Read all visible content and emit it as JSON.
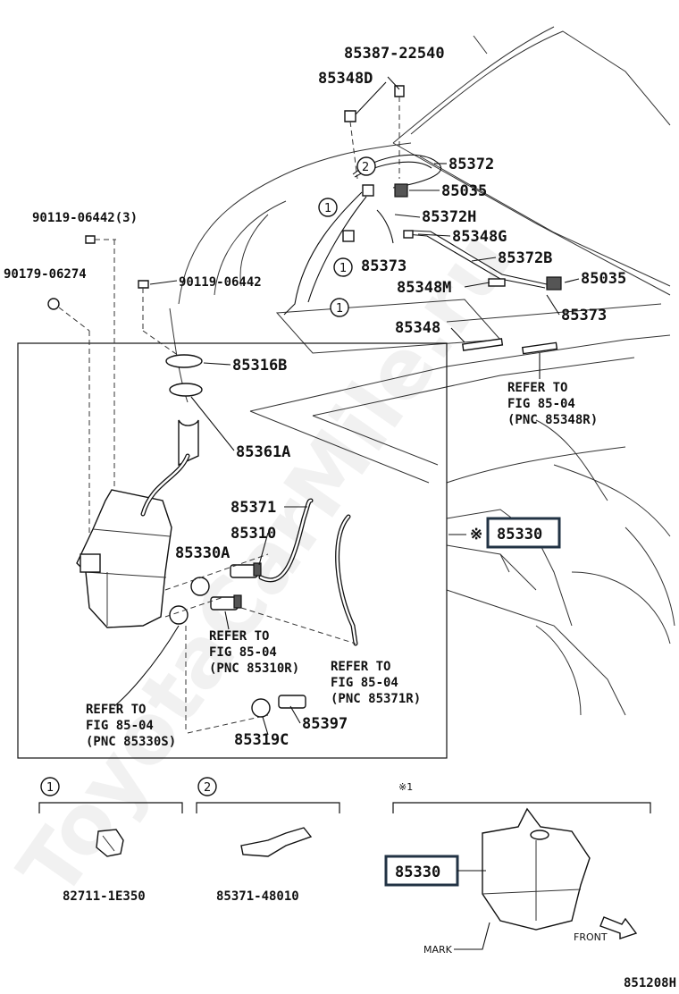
{
  "watermark": "ToyotaCarMile.ru",
  "diagram_id": "851208H",
  "parts": {
    "p85387_22540": "85387-22540",
    "p85348D": "85348D",
    "p85372": "85372",
    "p85035_a": "85035",
    "p85372H": "85372H",
    "p85348G": "85348G",
    "p85373_a": "85373",
    "p85372B": "85372B",
    "p85035_b": "85035",
    "p85348M": "85348M",
    "p85373_b": "85373",
    "p85348": "85348",
    "p90119_06442_3": "90119-06442(3)",
    "p90179_06274": "90179-06274",
    "p90119_06442": "90119-06442",
    "p85316B": "85316B",
    "p85361A": "85361A",
    "p85371": "85371",
    "p85310": "85310",
    "p85330A": "85330A",
    "p85330_main": "85330",
    "p85397": "85397",
    "p85319C": "85319C",
    "p85330_inset": "85330",
    "p82711_1E350": "82711-1E350",
    "p85371_48010": "85371-48010"
  },
  "circles": {
    "one": "1",
    "two": "2"
  },
  "refer": {
    "ref_85348R": [
      "REFER TO",
      "FIG 85-04",
      "(PNC 85348R)"
    ],
    "ref_85310R": [
      "REFER TO",
      "FIG 85-04",
      "(PNC 85310R)"
    ],
    "ref_85371R": [
      "REFER TO",
      "FIG 85-04",
      "(PNC 85371R)"
    ],
    "ref_85330S": [
      "REFER TO",
      "FIG 85-04",
      "(PNC 85330S)"
    ]
  },
  "marks": {
    "asterisk": "※",
    "asterisk_1": "※1",
    "mark_label": "MARK",
    "front_label": "FRONT"
  },
  "colors": {
    "line": "#111111",
    "highlight_border": "#223344"
  }
}
